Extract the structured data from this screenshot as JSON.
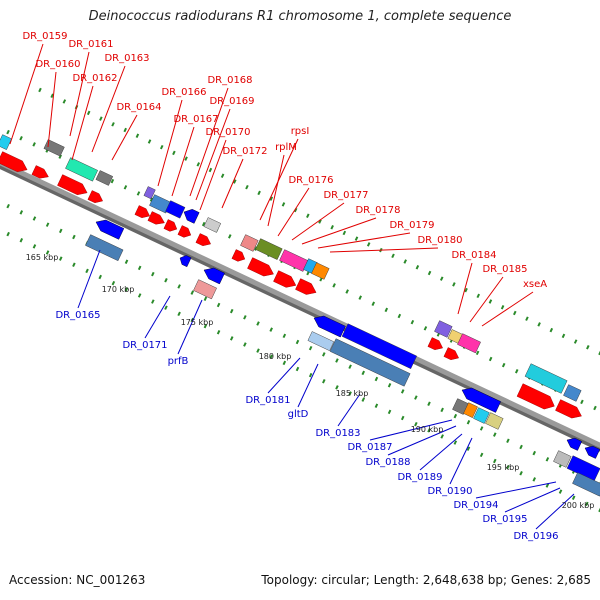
{
  "title": "Deinococcus radiodurans R1 chromosome 1, complete sequence",
  "footer": {
    "accession": "Accession: NC_001263",
    "summary": "Topology: circular; Length: 2,648,638 bp; Genes: 2,685"
  },
  "colors": {
    "forward_label": "#e00000",
    "reverse_label": "#0000cc",
    "backbone": "#888888",
    "tick": "#2a8a2a",
    "cds_forward": "#ff0000",
    "cds_reverse": "#0000ff"
  },
  "scale_labels": [
    "165 kbp",
    "170 kbp",
    "175 kbp",
    "180 kbp",
    "185 kbp",
    "190 kbp",
    "195 kbp",
    "200 kbp"
  ],
  "forward_genes": [
    "DR_0159",
    "DR_0161",
    "DR_0160",
    "DR_0163",
    "DR_0162",
    "DR_0164",
    "DR_0168",
    "DR_0166",
    "DR_0169",
    "DR_0167",
    "DR_0170",
    "DR_0172",
    "rpsI",
    "rplM",
    "DR_0176",
    "DR_0177",
    "DR_0178",
    "DR_0179",
    "DR_0180",
    "DR_0184",
    "DR_0185",
    "xseA"
  ],
  "reverse_genes": [
    "DR_0165",
    "DR_0171",
    "prfB",
    "DR_0181",
    "gltD",
    "DR_0183",
    "DR_0187",
    "DR_0188",
    "DR_0189",
    "DR_0190",
    "DR_0194",
    "DR_0195",
    "DR_0196"
  ]
}
